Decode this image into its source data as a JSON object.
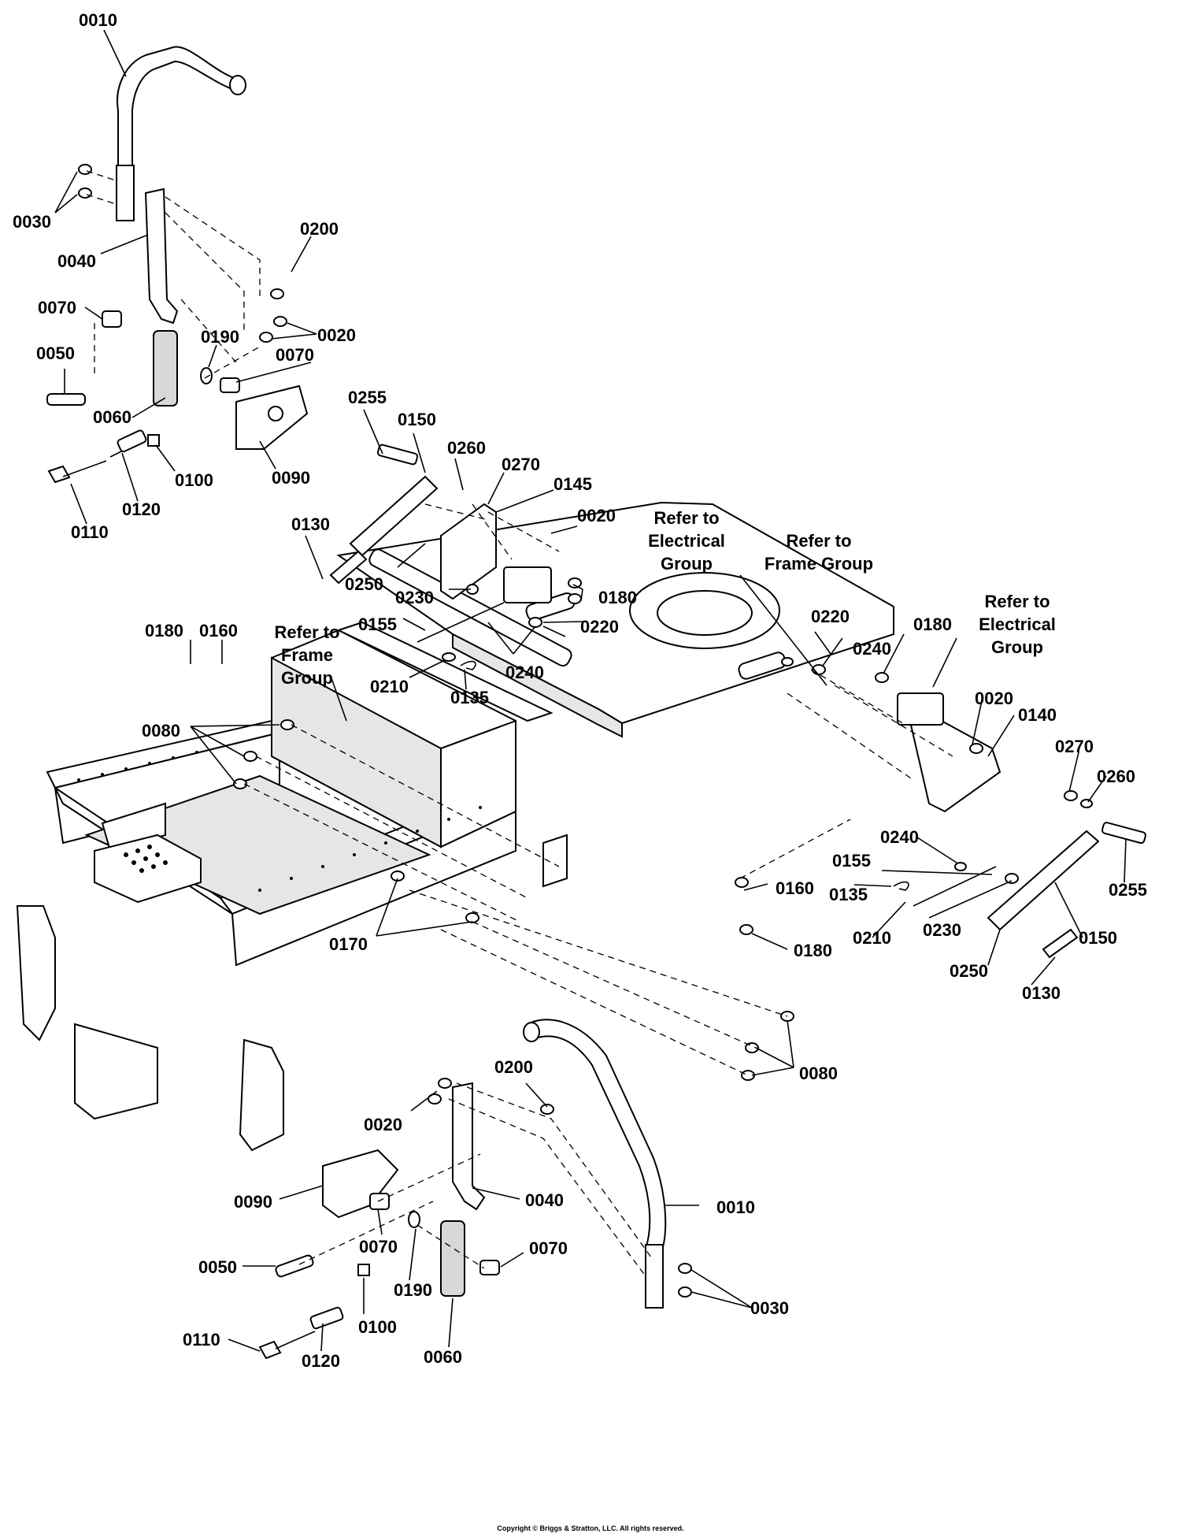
{
  "diagram": {
    "callouts": [
      {
        "id": "c1",
        "text": "0010"
      },
      {
        "id": "c2",
        "text": "0030"
      },
      {
        "id": "c3",
        "text": "0040"
      },
      {
        "id": "c4",
        "text": "0200"
      },
      {
        "id": "c5",
        "text": "0070"
      },
      {
        "id": "c6",
        "text": "0020"
      },
      {
        "id": "c7",
        "text": "0050"
      },
      {
        "id": "c8",
        "text": "0190"
      },
      {
        "id": "c9",
        "text": "0070"
      },
      {
        "id": "c10",
        "text": "0060"
      },
      {
        "id": "c11",
        "text": "0100"
      },
      {
        "id": "c12",
        "text": "0090"
      },
      {
        "id": "c13",
        "text": "0110"
      },
      {
        "id": "c14",
        "text": "0120"
      },
      {
        "id": "c15",
        "text": "0255"
      },
      {
        "id": "c16",
        "text": "0150"
      },
      {
        "id": "c17",
        "text": "0260"
      },
      {
        "id": "c18",
        "text": "0270"
      },
      {
        "id": "c19",
        "text": "0145"
      },
      {
        "id": "c20",
        "text": "0020"
      },
      {
        "id": "c21",
        "text": "0130"
      },
      {
        "id": "c22",
        "text": "0250"
      },
      {
        "id": "c23",
        "text": "0230"
      },
      {
        "id": "c24",
        "text": "0180"
      },
      {
        "id": "c25",
        "text": "0155"
      },
      {
        "id": "c26",
        "text": "0220"
      },
      {
        "id": "c27",
        "text": "0240"
      },
      {
        "id": "c28",
        "text": "0210"
      },
      {
        "id": "c29",
        "text": "0135"
      },
      {
        "id": "c30",
        "text": "0180"
      },
      {
        "id": "c31",
        "text": "0160"
      },
      {
        "id": "c32",
        "text": "0080"
      },
      {
        "id": "c33",
        "text": "0220"
      },
      {
        "id": "c34",
        "text": "0240"
      },
      {
        "id": "c35",
        "text": "0180"
      },
      {
        "id": "c36",
        "text": "0020"
      },
      {
        "id": "c37",
        "text": "0140"
      },
      {
        "id": "c38",
        "text": "0270"
      },
      {
        "id": "c39",
        "text": "0260"
      },
      {
        "id": "c40",
        "text": "0240"
      },
      {
        "id": "c41",
        "text": "0155"
      },
      {
        "id": "c42",
        "text": "0135"
      },
      {
        "id": "c43",
        "text": "0160"
      },
      {
        "id": "c44",
        "text": "0255"
      },
      {
        "id": "c45",
        "text": "0180"
      },
      {
        "id": "c46",
        "text": "0210"
      },
      {
        "id": "c47",
        "text": "0230"
      },
      {
        "id": "c48",
        "text": "0150"
      },
      {
        "id": "c49",
        "text": "0250"
      },
      {
        "id": "c50",
        "text": "0130"
      },
      {
        "id": "c51",
        "text": "0170"
      },
      {
        "id": "c52",
        "text": "0080"
      },
      {
        "id": "c53",
        "text": "0200"
      },
      {
        "id": "c54",
        "text": "0020"
      },
      {
        "id": "c55",
        "text": "0010"
      },
      {
        "id": "c56",
        "text": "0040"
      },
      {
        "id": "c57",
        "text": "0090"
      },
      {
        "id": "c58",
        "text": "0070"
      },
      {
        "id": "c59",
        "text": "0070"
      },
      {
        "id": "c60",
        "text": "0050"
      },
      {
        "id": "c61",
        "text": "0190"
      },
      {
        "id": "c62",
        "text": "0030"
      },
      {
        "id": "c63",
        "text": "0110"
      },
      {
        "id": "c64",
        "text": "0100"
      },
      {
        "id": "c65",
        "text": "0120"
      },
      {
        "id": "c66",
        "text": "0060"
      }
    ],
    "notes": [
      {
        "id": "n1",
        "lines": [
          "Refer to",
          "Electrical",
          "Group"
        ]
      },
      {
        "id": "n2",
        "lines": [
          "Refer to",
          "Frame Group"
        ]
      },
      {
        "id": "n3",
        "lines": [
          "Refer to",
          "Frame",
          "Group"
        ]
      },
      {
        "id": "n4",
        "lines": [
          "Refer to",
          "Electrical",
          "Group"
        ]
      }
    ],
    "copyright": "Copyright © Briggs & Stratton, LLC. All rights reserved."
  }
}
